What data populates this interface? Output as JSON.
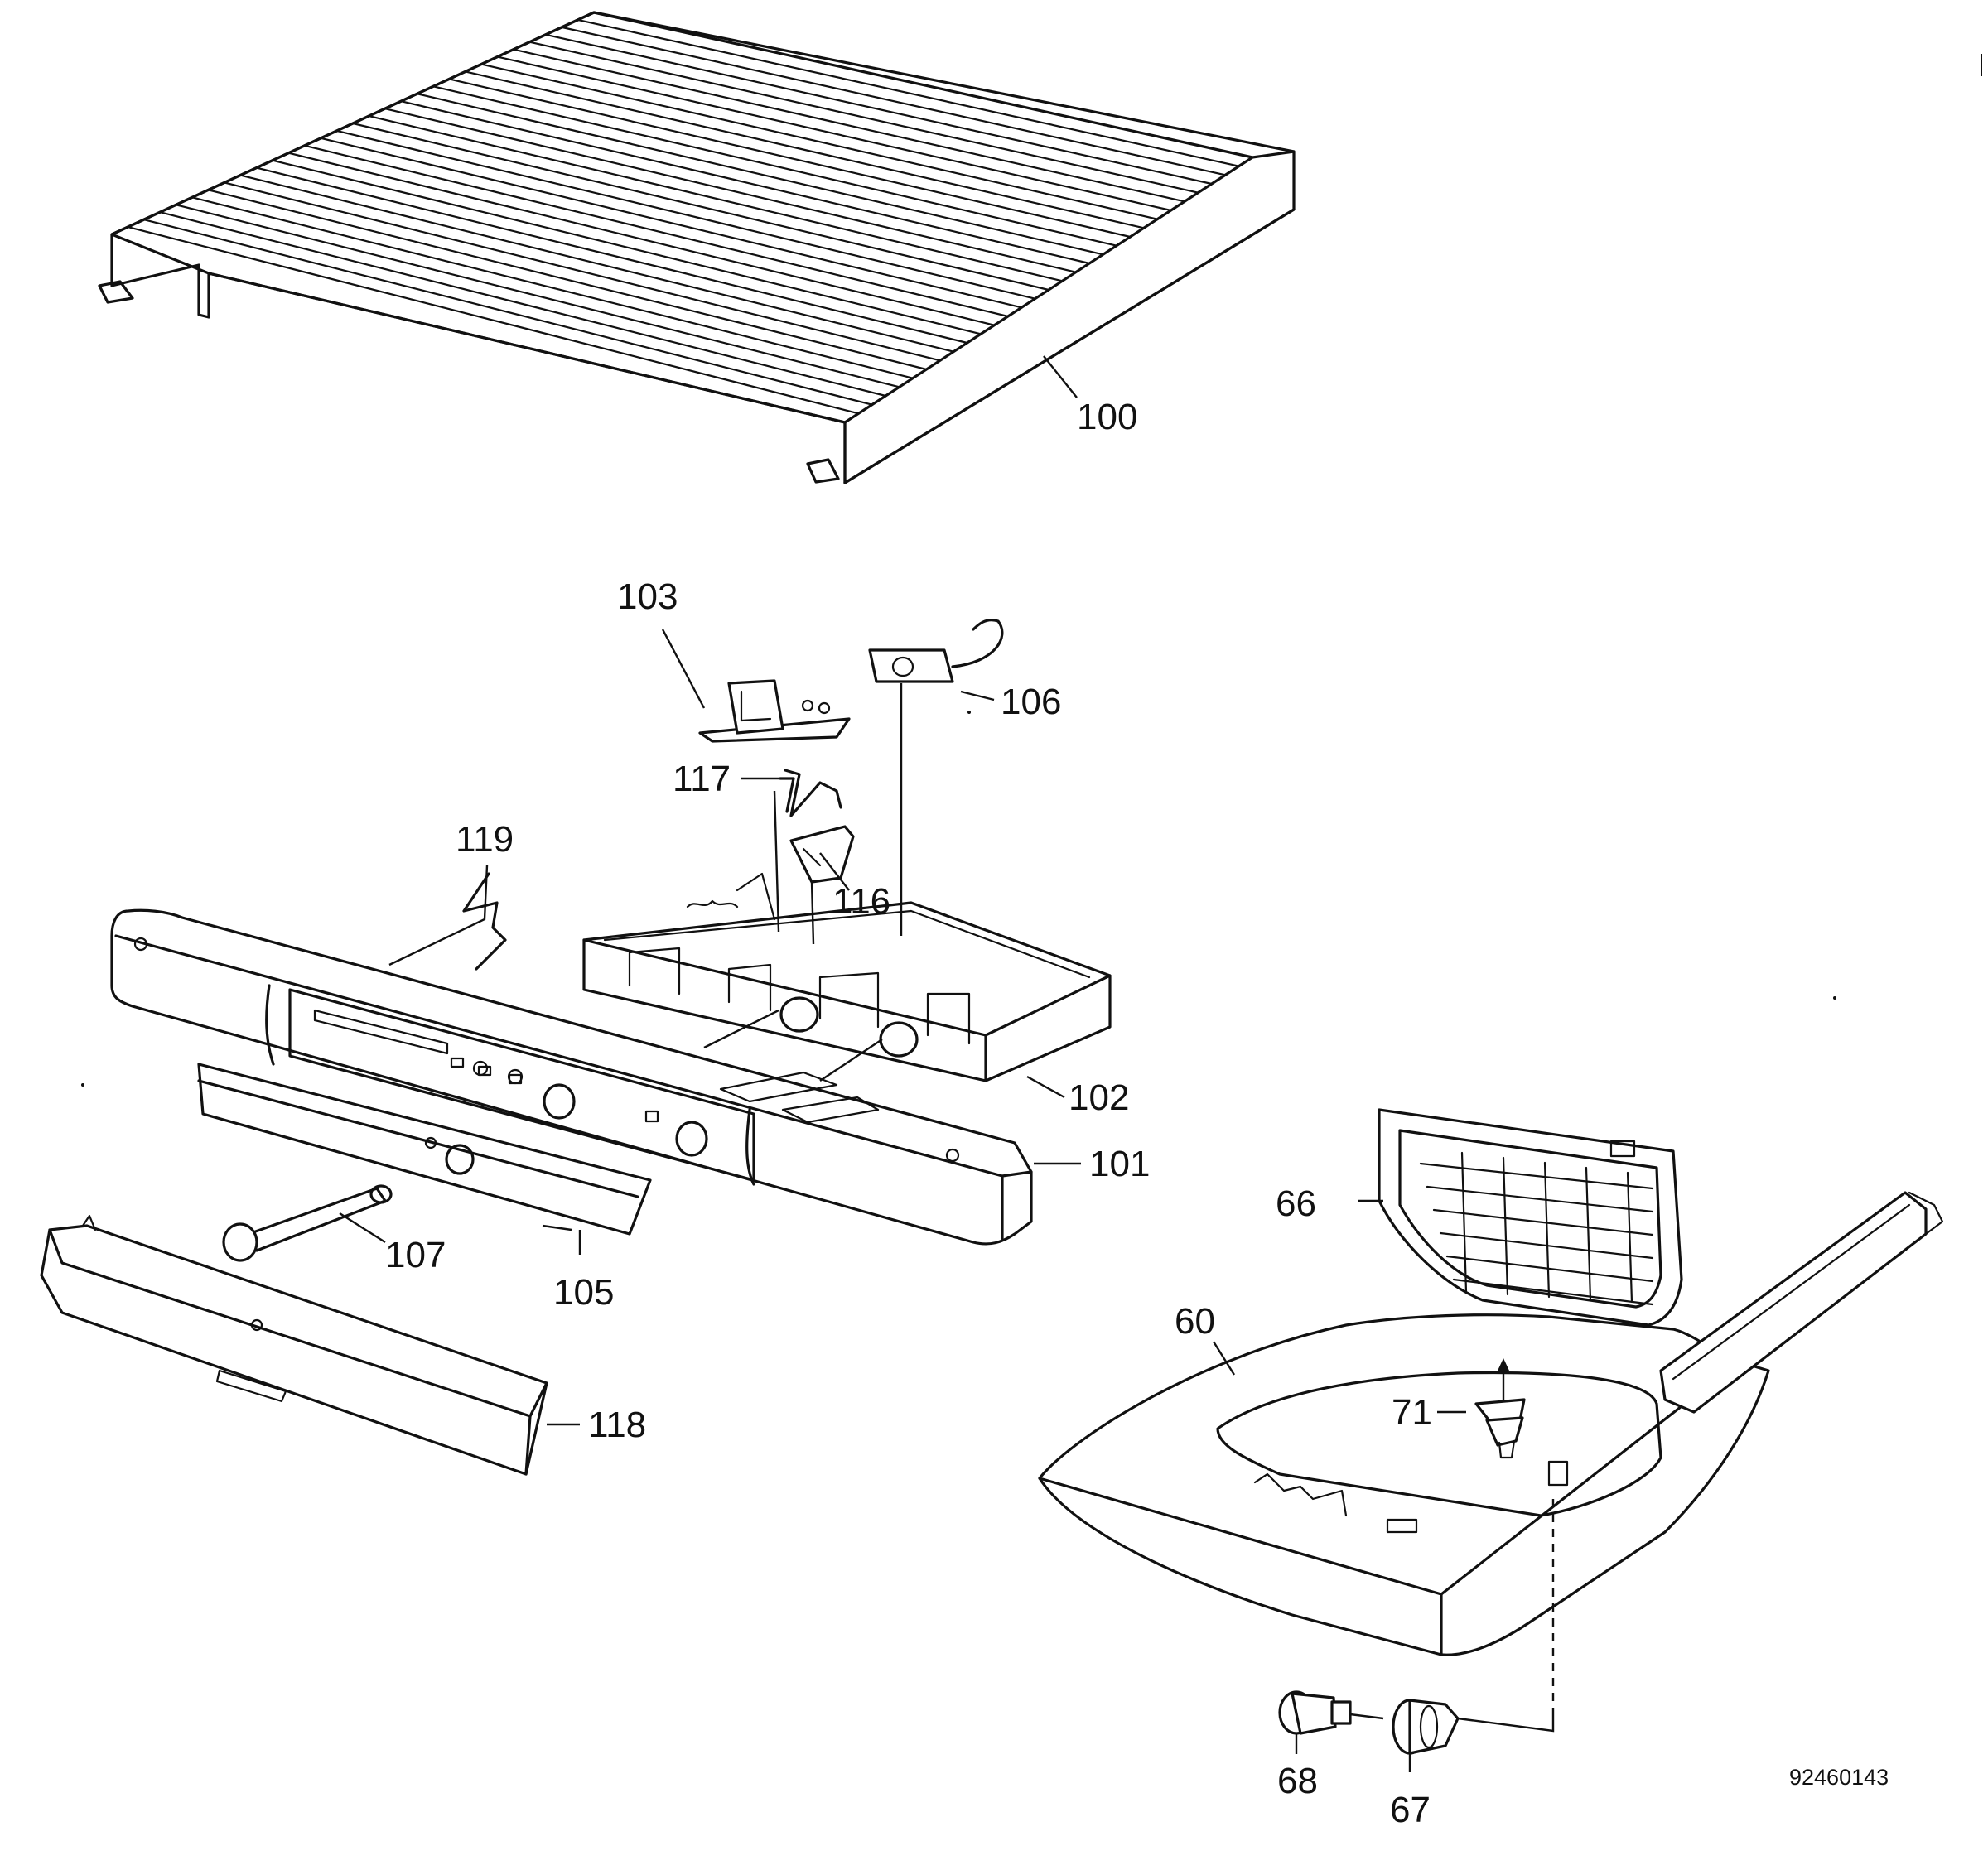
{
  "labels": {
    "p100": "100",
    "p103": "103",
    "p106": "106",
    "p117": "117",
    "p119": "119",
    "p116": "116",
    "p102": "102",
    "p101": "101",
    "p107": "107",
    "p105": "105",
    "p118": "118",
    "p66": "66",
    "p60": "60",
    "p71": "71",
    "p68": "68",
    "p67": "67"
  },
  "drawing_number": "92460143"
}
